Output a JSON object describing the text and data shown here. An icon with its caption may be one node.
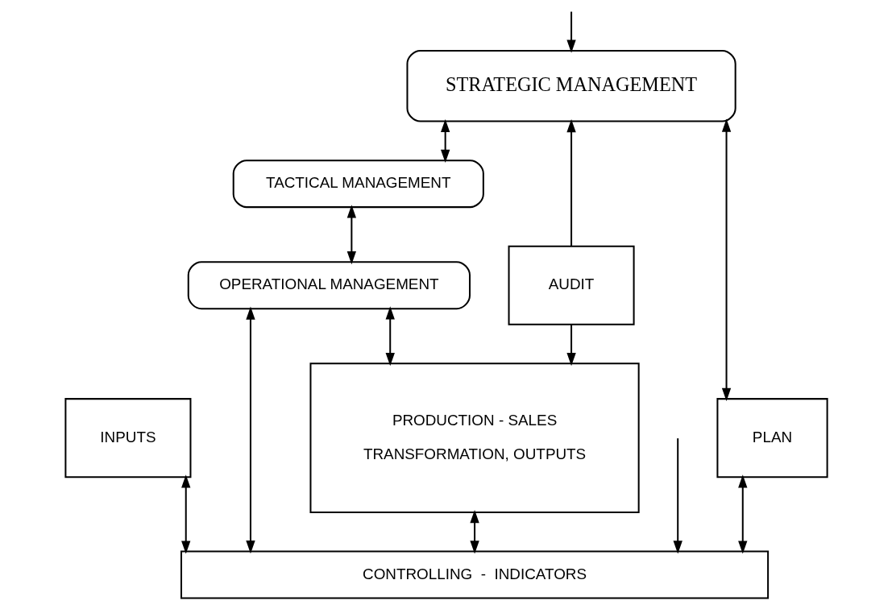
{
  "diagram": {
    "nodes": [
      {
        "text": [
          "STRATEGIC MANAGEMENT"
        ]
      },
      {
        "text": [
          "TACTICAL MANAGEMENT"
        ]
      },
      {
        "text": [
          "OPERATIONAL MANAGEMENT"
        ]
      },
      {
        "text": [
          "AUDIT"
        ]
      },
      {
        "text": [
          "INPUTS"
        ]
      },
      {
        "text": [
          "PRODUCTION - SALES",
          "TRANSFORMATION, OUTPUTS"
        ]
      },
      {
        "text": [
          "PLAN"
        ]
      },
      {
        "text": [
          "CONTROLLING  -  INDICATORS"
        ]
      }
    ],
    "edges": [
      {
        "from": 0,
        "to": 1,
        "arrow": "both"
      },
      {
        "from": 1,
        "to": 2,
        "arrow": "both"
      },
      {
        "from": 2,
        "to": 5,
        "arrow": "both"
      },
      {
        "from": 3,
        "to": 0,
        "arrow": "to"
      },
      {
        "from": 3,
        "to": 5,
        "arrow": "to"
      },
      {
        "from": 0,
        "to": 6,
        "arrow": "both"
      },
      {
        "from": 4,
        "to": 7,
        "arrow": "both"
      },
      {
        "from": 5,
        "to": 7,
        "arrow": "both"
      },
      {
        "from": 6,
        "to": 7,
        "arrow": "both"
      },
      {
        "from": 2,
        "to": 7,
        "arrow": "both"
      },
      {
        "from": null,
        "to": 0,
        "arrow": "to"
      },
      {
        "from": null,
        "to": 7,
        "arrow": "to"
      }
    ]
  }
}
